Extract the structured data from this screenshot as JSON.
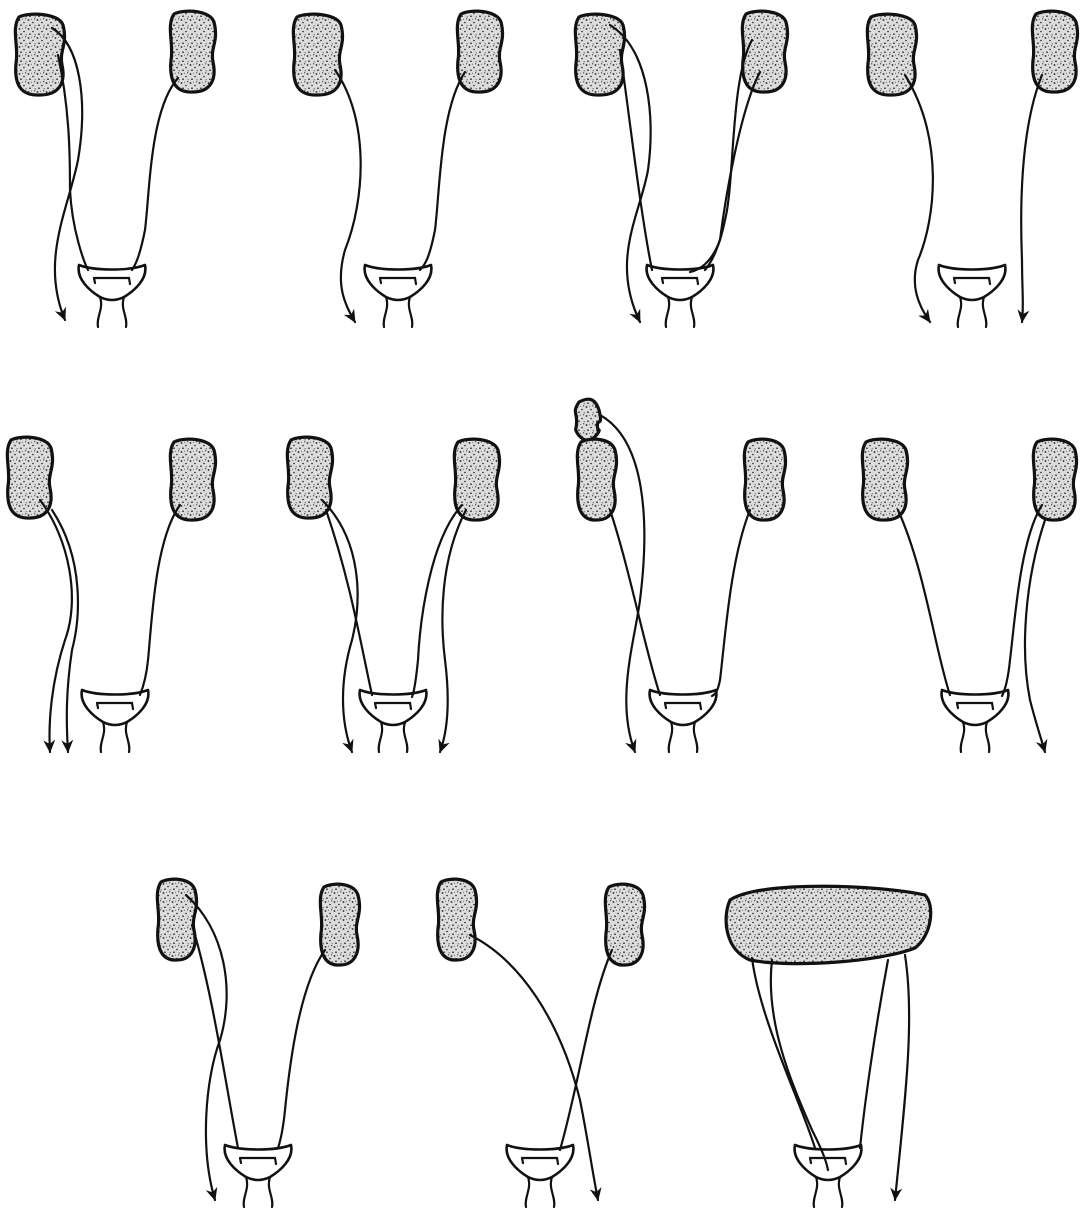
{
  "figure": {
    "panel_count": 11,
    "rows": [
      4,
      4,
      3
    ],
    "colors": {
      "ink": "#111111",
      "kidney_fill": "#dcdcdc",
      "stipple": "#222222",
      "background": "#ffffff"
    },
    "elements": [
      "kidney",
      "ureter",
      "bladder",
      "urethra",
      "arrowhead"
    ]
  }
}
